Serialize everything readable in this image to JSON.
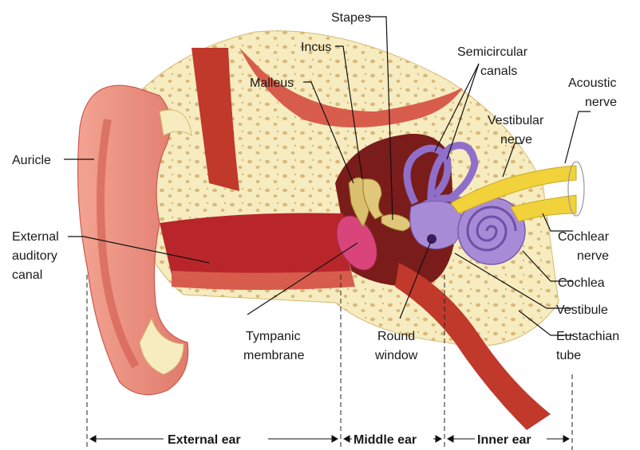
{
  "labels": {
    "stapes": "Stapes",
    "incus": "Incus",
    "semicircular_l1": "Semicircular",
    "semicircular_l2": "canals",
    "malleus": "Malleus",
    "acoustic_l1": "Acoustic",
    "acoustic_l2": "nerve",
    "vestibular_l1": "Vestibular",
    "vestibular_l2": "nerve",
    "auricle": "Auricle",
    "external_l1": "External",
    "external_l2": "auditory",
    "external_l3": "canal",
    "cochlear_l1": "Cochlear",
    "cochlear_l2": "nerve",
    "cochlea": "Cochlea",
    "vestibule": "Vestibule",
    "eustachian_l1": "Eustachian",
    "eustachian_l2": "tube",
    "tympanic_l1": "Tympanic",
    "tympanic_l2": "membrane",
    "round_l1": "Round",
    "round_l2": "window"
  },
  "sections": {
    "external": "External ear",
    "middle": "Middle ear",
    "inner": "Inner ear"
  },
  "colors": {
    "skin": "#e8877a",
    "skin_dark": "#c94a44",
    "canal": "#b8262c",
    "bone": "#f6ecc0",
    "bone_dots": "#d9b77a",
    "cavity": "#7a1c1a",
    "ossicle": "#d9bf6e",
    "labyrinth": "#a78bd6",
    "nerve": "#f1d23a",
    "tympanum": "#d9457a"
  }
}
